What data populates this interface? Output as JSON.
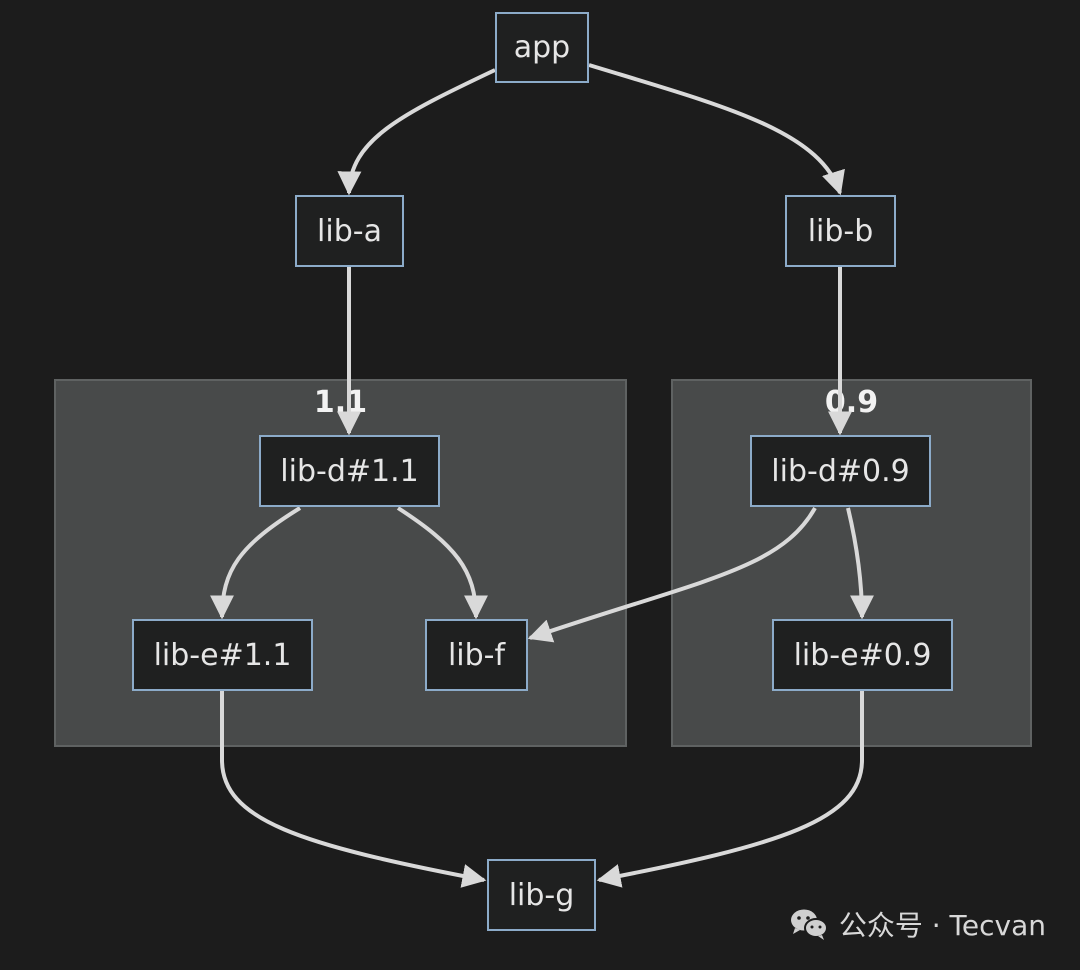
{
  "diagram": {
    "clusters": [
      {
        "id": "c11",
        "label": "1.1"
      },
      {
        "id": "c09",
        "label": "0.9"
      }
    ],
    "nodes": [
      {
        "id": "app",
        "label": "app"
      },
      {
        "id": "liba",
        "label": "lib-a"
      },
      {
        "id": "libb",
        "label": "lib-b"
      },
      {
        "id": "libd11",
        "label": "lib-d#1.1"
      },
      {
        "id": "libd09",
        "label": "lib-d#0.9"
      },
      {
        "id": "libe11",
        "label": "lib-e#1.1"
      },
      {
        "id": "libf",
        "label": "lib-f"
      },
      {
        "id": "libe09",
        "label": "lib-e#0.9"
      },
      {
        "id": "libg",
        "label": "lib-g"
      }
    ],
    "edges": [
      {
        "from": "app",
        "to": "liba"
      },
      {
        "from": "app",
        "to": "libb"
      },
      {
        "from": "liba",
        "to": "libd11"
      },
      {
        "from": "libb",
        "to": "libd09"
      },
      {
        "from": "libd11",
        "to": "libe11"
      },
      {
        "from": "libd11",
        "to": "libf"
      },
      {
        "from": "libd09",
        "to": "libf"
      },
      {
        "from": "libd09",
        "to": "libe09"
      },
      {
        "from": "libe11",
        "to": "libg"
      },
      {
        "from": "libe09",
        "to": "libg"
      }
    ],
    "colors": {
      "background": "#1c1c1c",
      "cluster_fill": "#484a4a",
      "node_fill": "#1f2020",
      "node_border": "#8cabc9",
      "edge": "#d9d9d9",
      "text": "#e6e6e6"
    }
  },
  "watermark": {
    "icon": "wechat-icon",
    "text": "公众号 · Tecvan"
  }
}
